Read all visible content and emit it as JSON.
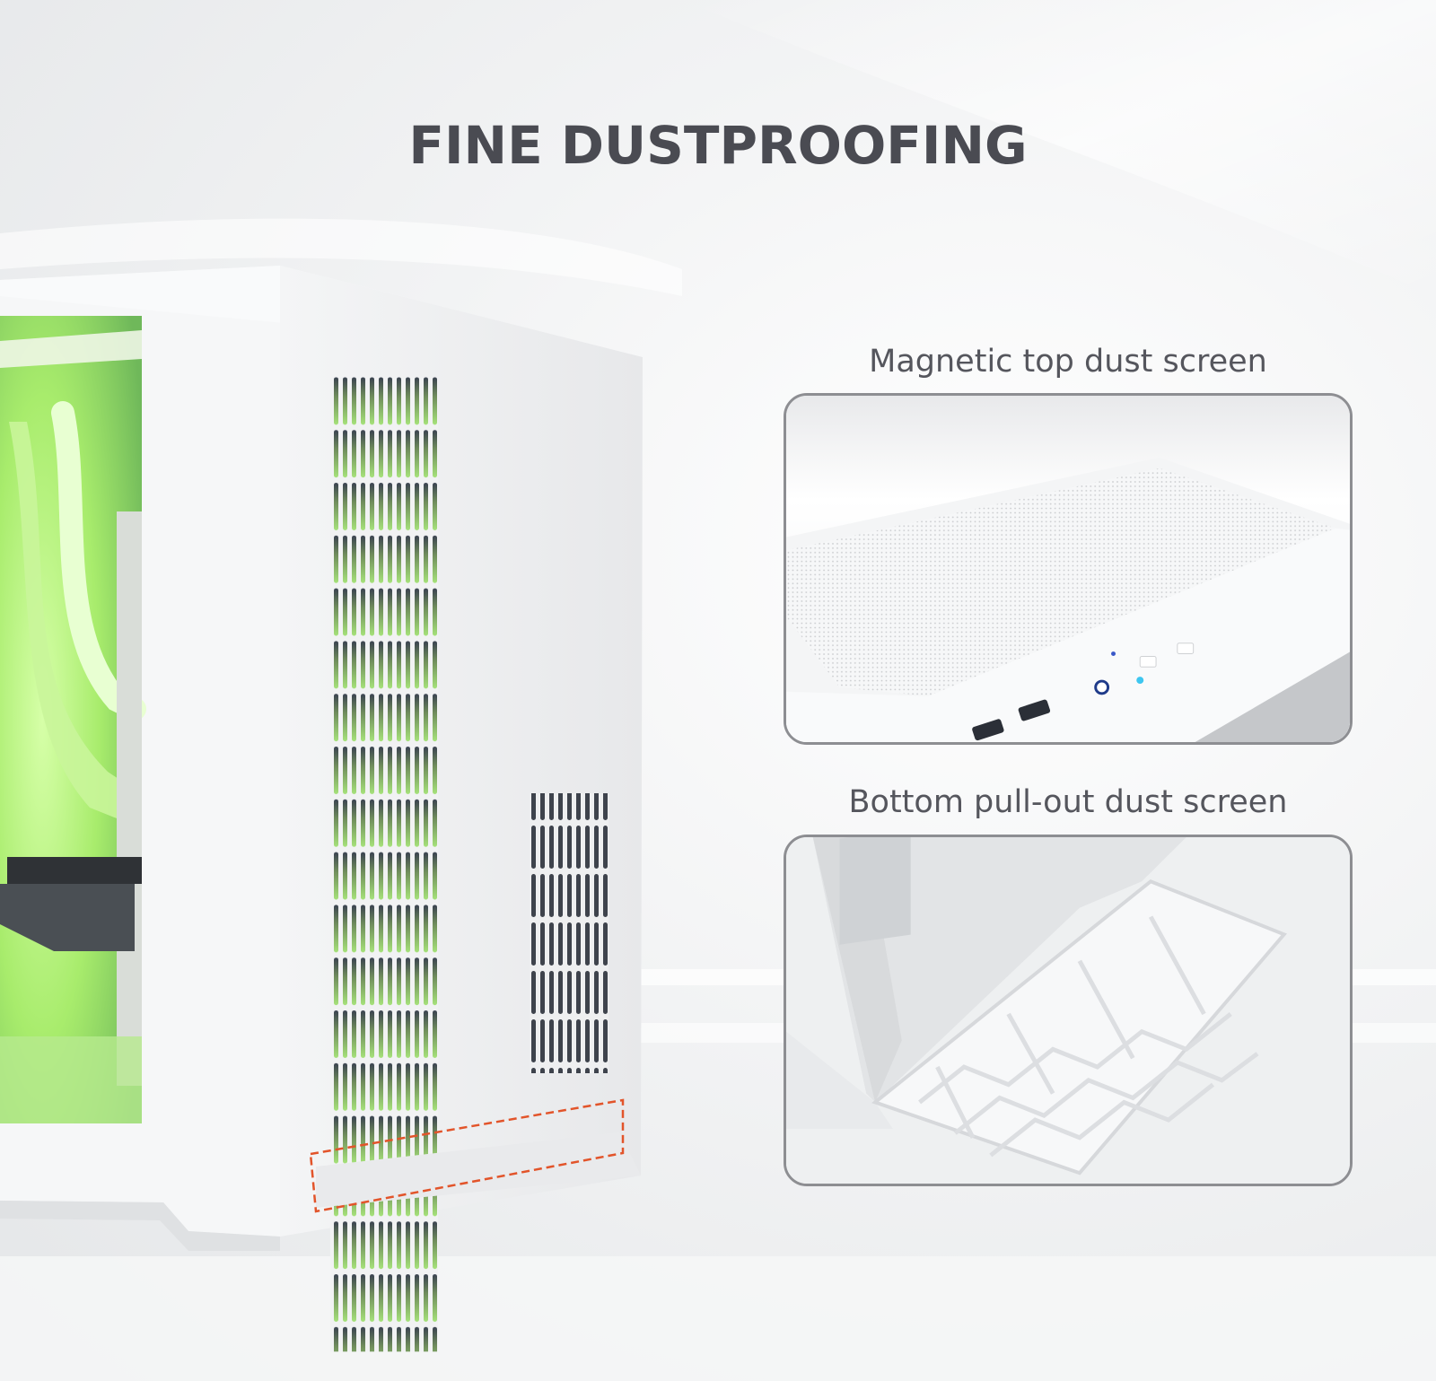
{
  "heading": "FINE DUSTPROOFING",
  "features": [
    {
      "caption": "Magnetic top dust screen",
      "image": "top-dust-screen-photo"
    },
    {
      "caption": "Bottom pull-out dust screen",
      "image": "bottom-dust-screen-photo"
    }
  ],
  "colors": {
    "heading": "#4a4b52",
    "caption": "#55565d",
    "panel_border": "#8d8e92",
    "highlight_dash": "#e2542a",
    "glow": "#9fe86a"
  }
}
